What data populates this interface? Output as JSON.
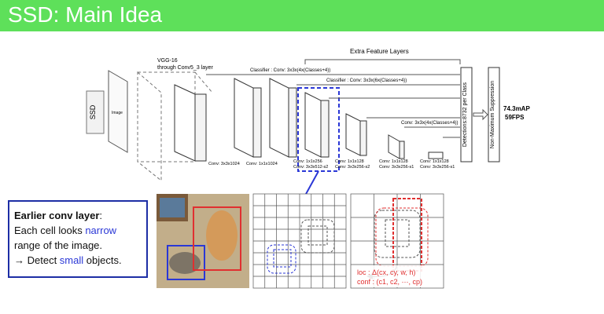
{
  "slide": {
    "title": "SSD: Main Idea"
  },
  "network": {
    "ssd_label": "SSD",
    "vgg_label_1": "VGG-16",
    "vgg_label_2": "through Conv5_3 layer",
    "extra_layers": "Extra Feature Layers",
    "classifier_1": "Classifier : Conv: 3x3x(4x(Classes+4))",
    "classifier_2": "Classifier : Conv: 3x3x(6x(Classes+4))",
    "classifier_3": "Conv: 3x3x(4x(Classes+4))",
    "detections": "Detections:8732 per Class",
    "nms": "Non-Maximum Suppression",
    "map": "74.3mAP",
    "fps": "59FPS",
    "image_label": "Image",
    "conv_1": "Conv: 3x3x1024",
    "conv_2": "Conv: 1x1x1024",
    "conv_3a": "Conv: 1x1x256",
    "conv_3b": "Conv: 3x3x512-s2",
    "conv_4a": "Conv: 1x1x128",
    "conv_4b": "Conv: 3x3x256-s2",
    "conv_5a": "Conv: 1x1x128",
    "conv_5b": "Conv: 3x3x256-s1",
    "conv_6a": "Conv: 1x1x128",
    "conv_6b": "Conv: 3x3x256-s1"
  },
  "callout": {
    "line1_bold": "Earlier conv layer",
    "line1_rest": ":",
    "line2_a": "Each cell looks ",
    "line2_b": "narrow",
    "line3": "range of the image.",
    "line4_a": "→ Detect ",
    "line4_b": "small",
    "line4_c": " objects."
  },
  "grid_labels": {
    "loc": "loc : Δ(cx, cy, w, h)",
    "conf": "conf : (c1, c2, ⋯, cp)"
  },
  "colors": {
    "banner": "#5ee05a",
    "blue": "#2a37d6",
    "red": "#e03030",
    "callout_border": "#1d2ea5"
  }
}
